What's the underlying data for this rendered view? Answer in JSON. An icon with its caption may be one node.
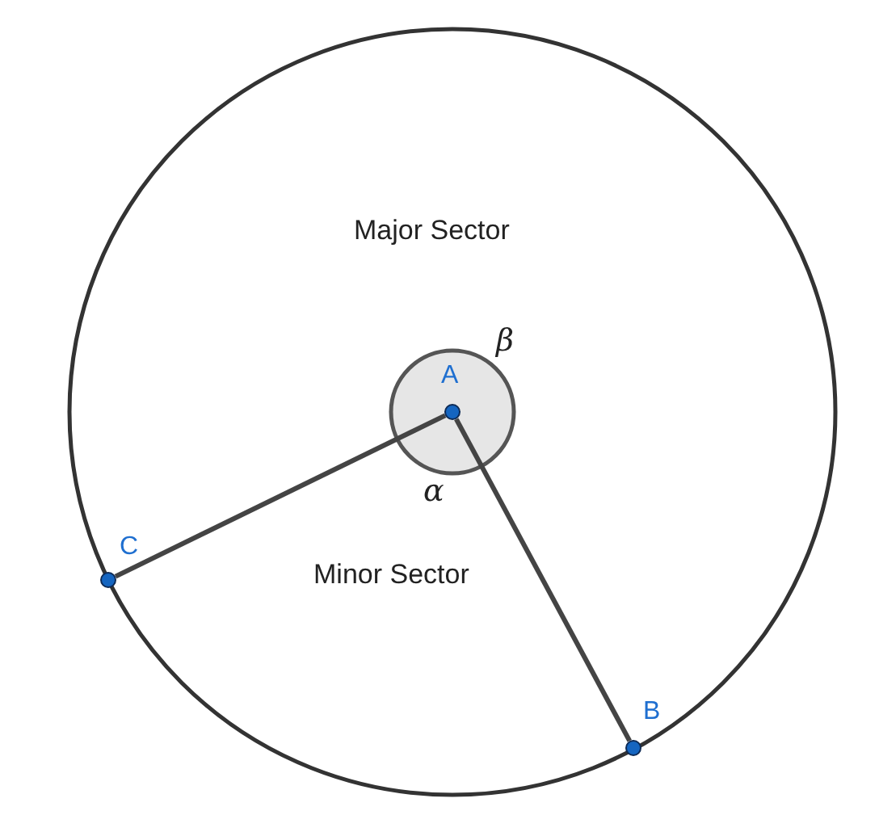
{
  "diagram": {
    "nodes": [
      {
        "text": [
          "A"
        ]
      },
      {
        "text": [
          "B"
        ]
      },
      {
        "text": [
          "C"
        ]
      }
    ],
    "edges": [
      {
        "from": 0,
        "to": 2,
        "arrow": "none"
      },
      {
        "from": 0,
        "to": 1,
        "arrow": "none"
      }
    ],
    "labels": [
      "Major Sector",
      "β",
      "α",
      "Minor Sector"
    ]
  }
}
